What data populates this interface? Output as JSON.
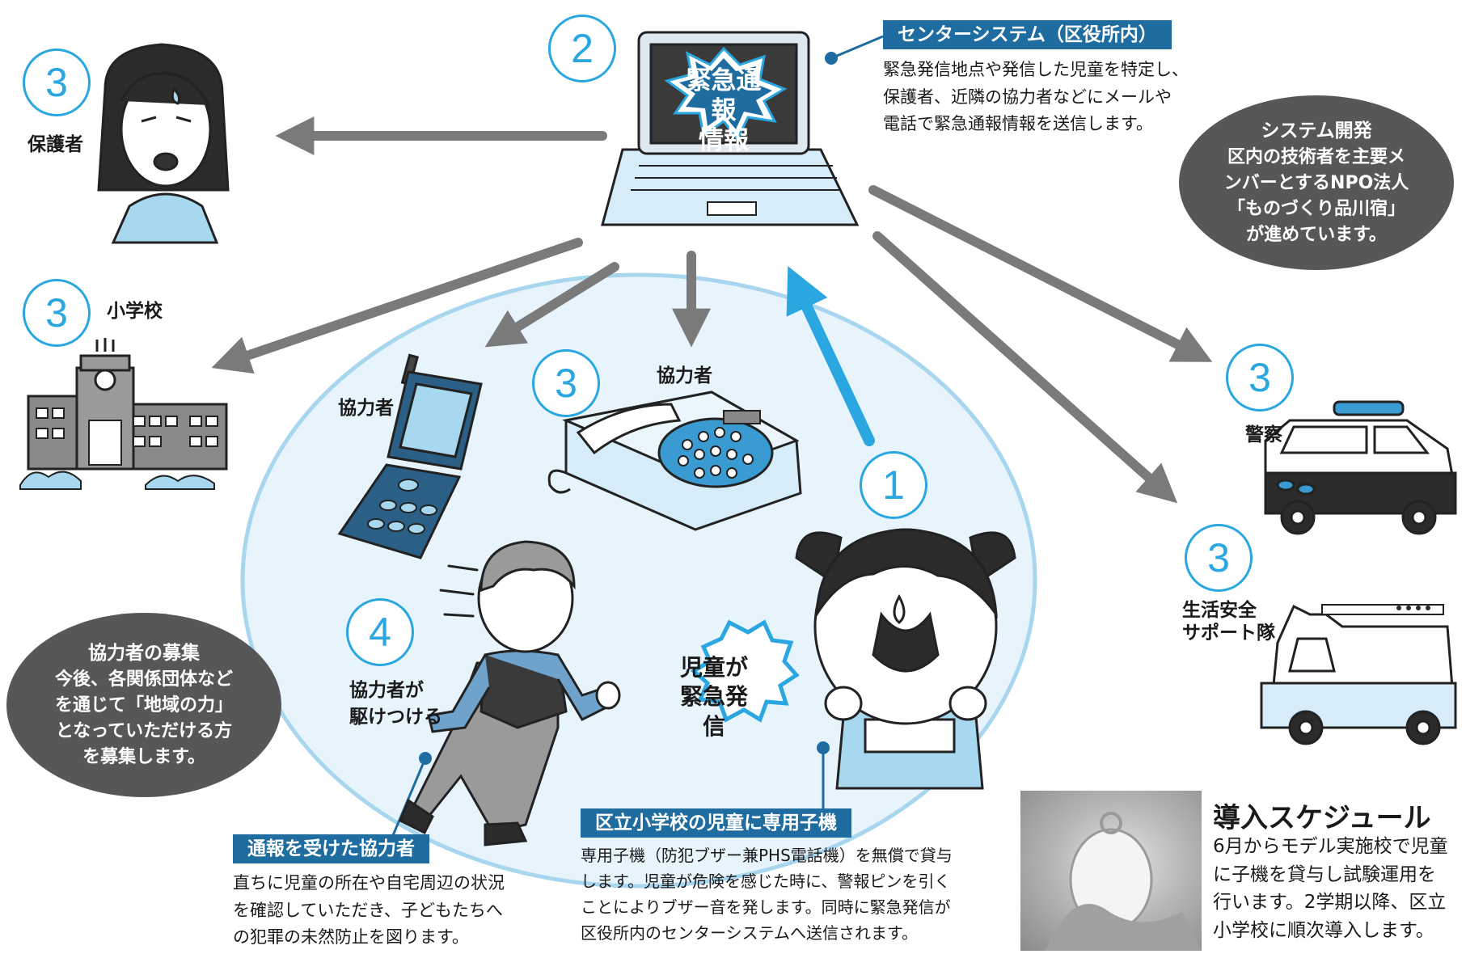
{
  "step_numbers": {
    "step_1": "1",
    "step_2": "2",
    "step_3": "3",
    "step_4": "4"
  },
  "labels": {
    "guardian": "保護者",
    "elementary_school": "小学校",
    "cooperator_mobile": "協力者",
    "cooperator_phone": "協力者",
    "police": "警察",
    "safety_team_line1": "生活安全",
    "safety_team_line2": "サポート隊",
    "rushing_line1": "協力者が",
    "rushing_line2": "駆けつける"
  },
  "center_screen": {
    "line1": "緊急通報",
    "line2": "情報"
  },
  "child_burst": {
    "line1": "児童が",
    "line2": "緊急発信"
  },
  "center_system": {
    "title": "センターシステム（区役所内）",
    "lines": [
      "緊急発信地点や発信した児童を特定し、",
      "保護者、近隣の協力者などにメールや",
      "電話で緊急通報情報を送信します。"
    ]
  },
  "system_dev": {
    "title": "システム開発",
    "lines": [
      "区内の技術者を主要メ",
      "ンバーとするNPO法人",
      "「ものづくり品川宿」",
      "が進めています。"
    ]
  },
  "recruit": {
    "title": "協力者の募集",
    "lines": [
      "今後、各関係団体など",
      "を通じて「地域の力」",
      "となっていただける方",
      "を募集します。"
    ]
  },
  "receiving_cooperator": {
    "title": "通報を受けた協力者",
    "lines": [
      "直ちに児童の所在や自宅周辺の状況",
      "を確認していただき、子どもたちへ",
      "の犯罪の未然防止を図ります。"
    ]
  },
  "handset": {
    "title": "区立小学校の児童に専用子機",
    "lines": [
      "専用子機（防犯ブザー兼PHS電話機）を無償で貸与",
      "します。児童が危険を感じた時に、警報ピンを引く",
      "ことによりブザー音を発します。同時に緊急発信が",
      "区役所内のセンターシステムへ送信されます。"
    ]
  },
  "schedule": {
    "title": "導入スケジュール",
    "lines": [
      "6月からモデル実施校で児童",
      "に子機を貸与し試験運用を",
      "行います。2学期以降、区立",
      "小学校に順次導入します。"
    ]
  },
  "colors": {
    "accent_blue": "#2aa6e0",
    "bar_blue": "#1f6da0",
    "arrow_gray": "#7a7a7a",
    "oval_gray": "#575757",
    "area_fill": "#e8f4fb",
    "area_stroke": "#a9d6ef",
    "illustration_blue": "#a8d8f0"
  },
  "icons": {
    "guardian": "mother-icon",
    "center": "laptop-icon",
    "school": "school-building-icon",
    "mobile": "flip-phone-icon",
    "phone": "desk-phone-icon",
    "police": "police-car-icon",
    "safety_team": "patrol-van-icon",
    "cooperator": "running-man-icon",
    "child": "girl-icon"
  }
}
